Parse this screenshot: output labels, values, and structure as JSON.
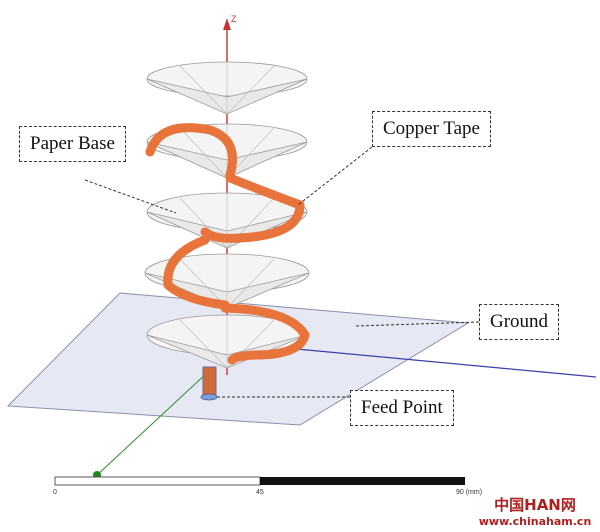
{
  "labels": {
    "paper_base": "Paper Base",
    "copper_tape": "Copper Tape",
    "ground": "Ground",
    "feed_point": "Feed Point"
  },
  "axis": {
    "z": "Z"
  },
  "scale": {
    "ticks": [
      "0",
      "45",
      "90 (mm)"
    ]
  },
  "watermark": {
    "title": "中国HAN网",
    "url": "www.chinaham.cn"
  },
  "colors": {
    "copper": "#e8743b",
    "paper": "#f2f2f2",
    "ground_plane": "#e6e8f3",
    "axis": "#d0312d"
  }
}
